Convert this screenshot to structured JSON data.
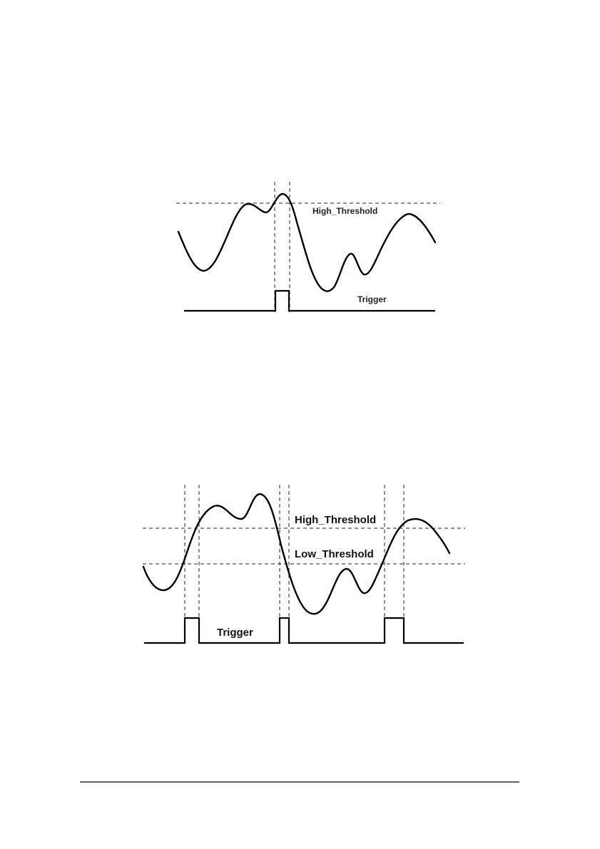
{
  "diagram_top": {
    "threshold_label": "High_Threshold",
    "trigger_label": "Trigger"
  },
  "diagram_bottom": {
    "high_threshold_label": "High_Threshold",
    "low_threshold_label": "Low_Threshold",
    "trigger_label": "Trigger"
  }
}
